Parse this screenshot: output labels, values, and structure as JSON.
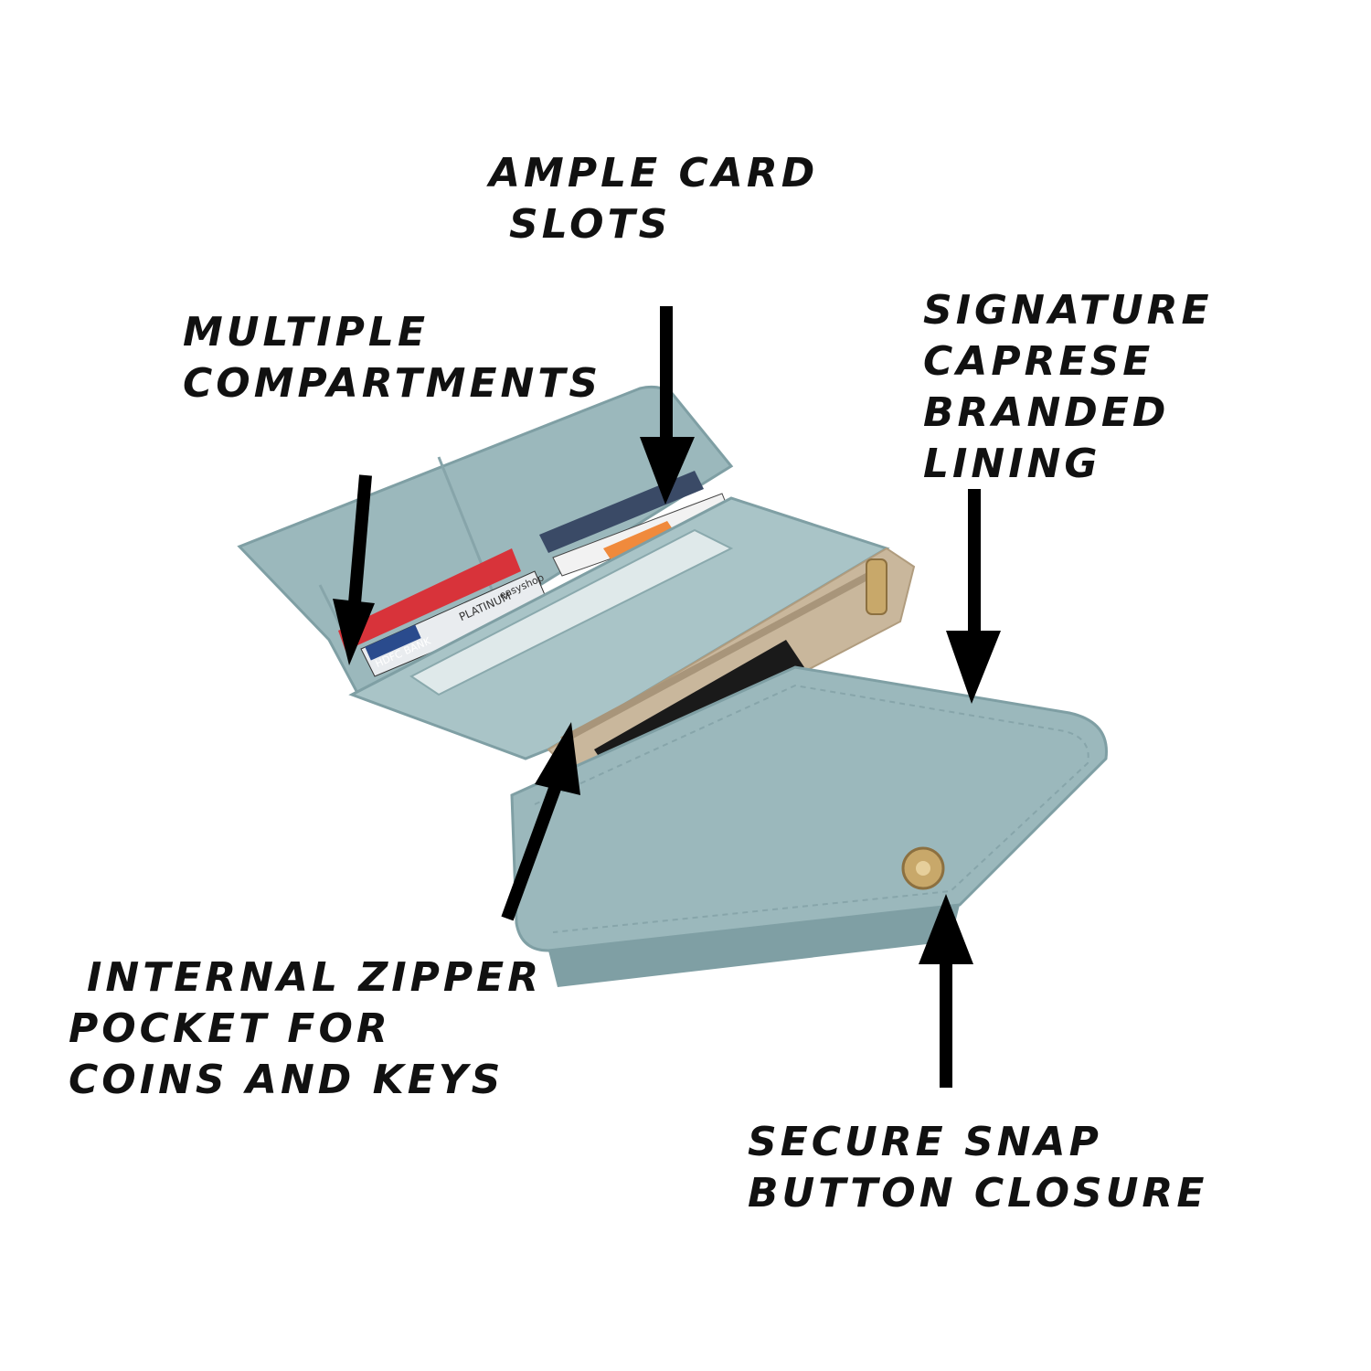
{
  "callouts": {
    "ample_card_slots": {
      "lines": [
        "AMPLE CARD",
        "SLOTS"
      ]
    },
    "multiple_compartments": {
      "lines": [
        "MULTIPLE",
        "COMPARTMENTS"
      ]
    },
    "signature_lining": {
      "lines": [
        "SIGNATURE",
        "CAPRESE",
        "BRANDED",
        "LINING"
      ]
    },
    "internal_zipper": {
      "lines": [
        "INTERNAL ZIPPER",
        "POCKET FOR",
        "COINS AND KEYS"
      ]
    },
    "snap_closure": {
      "lines": [
        "SECURE SNAP",
        "BUTTON CLOSURE"
      ]
    }
  },
  "card_texts": {
    "hdfc": "HDFC BANK",
    "platinum": "PLATINUM",
    "easyshop": "easyshop"
  },
  "colors": {
    "wallet": "#9bb8bc",
    "wallet_dark": "#7f9fa4",
    "lining": "#c9b79c",
    "arrow": "#000000",
    "hardware": "#c8a86a"
  }
}
